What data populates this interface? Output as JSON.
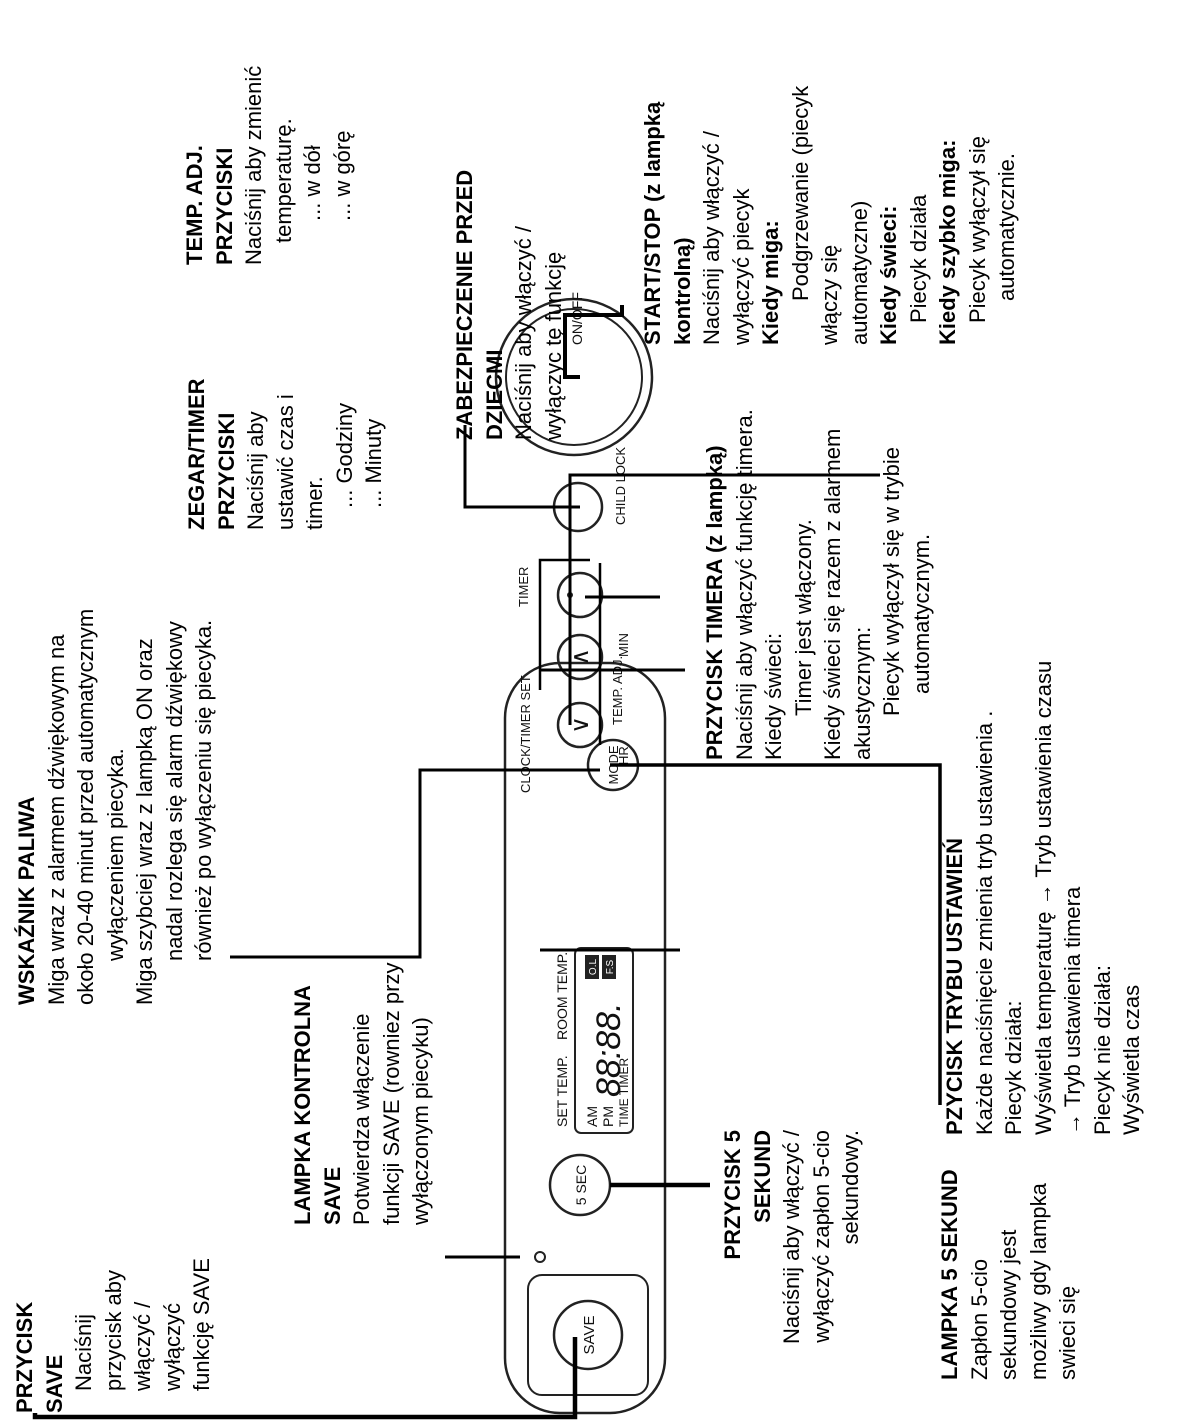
{
  "labels": {
    "save": {
      "t1": "PRZYCISK",
      "t2": "SAVE",
      "l1": "Naciśnij",
      "l2": "przycisk aby",
      "l3": "włączyć /",
      "l4": "wyłączyć",
      "l5": "funkcję SAVE"
    },
    "lamp_save": {
      "t1": "LAMPKA KONTROLNA",
      "t2": "SAVE",
      "l1": "Potwierdza włączenie",
      "l2": "funkcji SAVE (rowniez przy",
      "l3": "wyłączonym piecyku)"
    },
    "fuel": {
      "t1": "WSKAŹNIK PALIWA",
      "l1": "Miga wraz z alarmem dźwiękowym na",
      "l2": "około 20-40 minut przed automatycznym",
      "l3": "wyłączeniem piecyka.",
      "l4": "Miga szybciej wraz z lampką ON oraz",
      "l5": "nadal rozlega się alarm dźwiękowy",
      "l6": "również po wyłączeniu się piecyka."
    },
    "clock": {
      "t1": "ZEGAR/TIMER",
      "t2": "PRZYCISKI",
      "l1": "Naciśnij aby",
      "l2": "ustawić czas i",
      "l3": "timer.",
      "l4": "... Godziny",
      "l5": "... Minuty"
    },
    "temp": {
      "t1": "TEMP. ADJ.",
      "t2": "PRZYCISKI",
      "l1": "Naciśnij aby zmienić",
      "l2": "temperaturę.",
      "l3": "... w dół",
      "l4": "... w górę"
    },
    "child": {
      "t1": "ZABEZPIECZENIE PRZED",
      "t2": "DZIECMI",
      "l1": "Naciśnij aby włączyć /",
      "l2": "wyłączyc tę funkcję"
    },
    "start": {
      "t1": "START/STOP (z lampką",
      "t2": "kontrolną)",
      "l1": "Naciśnij aby włączyć /",
      "l2": "wyłączyć piecyk",
      "k1": "Kiedy miga:",
      "l3": "Podgrzewanie (piecyk",
      "l4": "włączy się",
      "l5": "automatyczne)",
      "k2": "Kiedy świeci:",
      "l6": "Piecyk działa",
      "k3": "Kiedy szybko miga:",
      "l7": "Piecyk wyłączył się",
      "l8": "automatycznie."
    },
    "timer": {
      "t1": "PRZYCISK TIMERA (z lampką)",
      "l1": "Naciśnij aby włączyć funkcję timera.",
      "l2": "Kiedy świeci:",
      "l3": "Timer jest włączony.",
      "l4": "Kiedy świeci się razem z alarmem",
      "l5": "akustycznym:",
      "l6": "Piecyk wyłączył się w trybie",
      "l7": "automatycznym."
    },
    "mode": {
      "t1": "PZYCISK TRYBU USTAWIEŃ",
      "l1": "Każde naciśnięcie zmienia tryb ustawienia .",
      "l2": "Piecyk działa:",
      "l3": "Wyświetla temperaturę → Tryb ustawienia czasu",
      "l4": "→ Tryb ustawienia timera",
      "l5": "Piecyk nie działa:",
      "l6": "Wyświetla czas"
    },
    "lamp5": {
      "t1": "LAMPKA 5 SEKUND",
      "l1": "Zapłon 5-cio",
      "l2": "sekundowy jest",
      "l3": "możliwy gdy lampka",
      "l4": "swieci się"
    },
    "btn5": {
      "t1": "PRZYCISK 5",
      "t2": "SEKUND",
      "l1": "Naciśnij aby włączyć /",
      "l2": "wyłączyć zapłon 5-cio",
      "l3": "sekundowy."
    }
  },
  "panel": {
    "save": "SAVE",
    "sec5": "5 SEC",
    "set_temp": "SET TEMP.",
    "room_temp": "ROOM TEMP.",
    "am": "AM",
    "pm": "PM",
    "digits": "88:88.",
    "time_timer": "TIME TIMER",
    "ol": "O.L",
    "fs": "F.S",
    "mode": "MODE",
    "clock_timer_set": "CLOCK/TIMER SET",
    "hr": "HR",
    "temp_adj": "TEMP. ADJ.",
    "min": "MIN",
    "timer": "TIMER",
    "child_lock": "CHILD LOCK",
    "on_off": "ON/OFF"
  }
}
